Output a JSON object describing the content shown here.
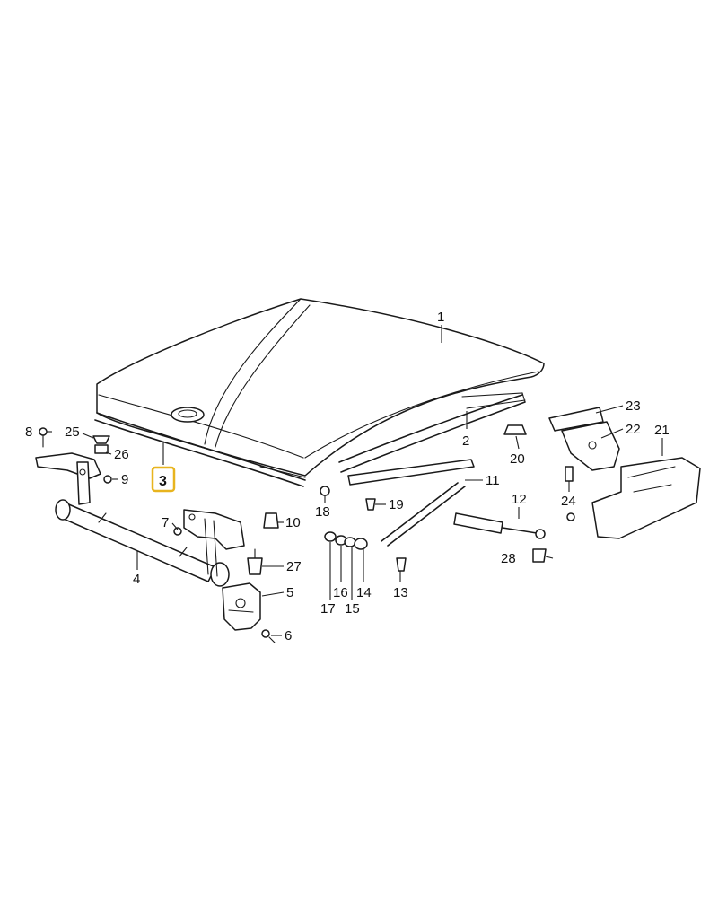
{
  "highlight_color": "#e8b41e",
  "parts": {
    "p1": "1",
    "p2": "2",
    "p3": "3",
    "p4": "4",
    "p5": "5",
    "p6": "6",
    "p7": "7",
    "p8": "8",
    "p9": "9",
    "p10": "10",
    "p11": "11",
    "p12": "12",
    "p13": "13",
    "p14": "14",
    "p15": "15",
    "p16": "16",
    "p17": "17",
    "p18": "18",
    "p19": "19",
    "p20": "20",
    "p21": "21",
    "p22": "22",
    "p23": "23",
    "p24": "24",
    "p25": "25",
    "p26": "26",
    "p27": "27",
    "p28": "28"
  },
  "selected_part": "3"
}
